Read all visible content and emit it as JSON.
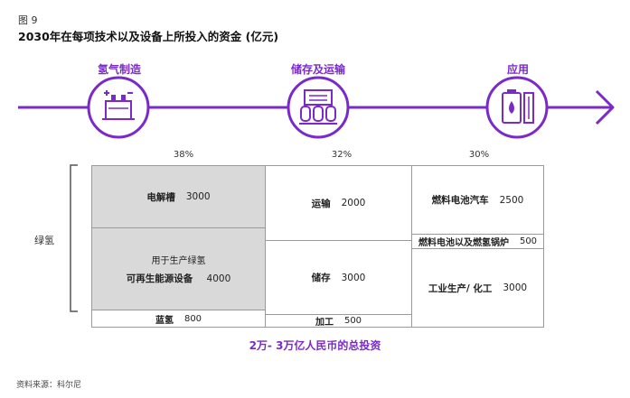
{
  "figure_label": "图 9",
  "chart_data": {
    "type": "table",
    "title": "2030年在每项技术以及设备上所投入的资金 (亿元)",
    "stages": [
      {
        "name": "氢气制造",
        "share": "38%",
        "icon": "electrolyzer-icon"
      },
      {
        "name": "储存及运输",
        "share": "32%",
        "icon": "storage-tanks-icon"
      },
      {
        "name": "应用",
        "share": "30%",
        "icon": "fuel-battery-icon"
      }
    ],
    "side_label": "绿氢",
    "items": [
      {
        "stage": "氢气制造",
        "name": "电解槽",
        "value": 3000
      },
      {
        "stage": "氢气制造",
        "note": "用于生产绿氢",
        "name": "可再生能源设备",
        "value": 4000
      },
      {
        "stage": "氢气制造",
        "name": "蓝氢",
        "value": 800
      },
      {
        "stage": "储存及运输",
        "name": "运输",
        "value": 2000
      },
      {
        "stage": "储存及运输",
        "name": "储存",
        "value": 3000
      },
      {
        "stage": "储存及运输",
        "name": "加工",
        "value": 500
      },
      {
        "stage": "应用",
        "name": "燃料电池汽车",
        "value": 2500
      },
      {
        "stage": "应用",
        "name": "燃料电池以及燃氢锅炉",
        "value": 500
      },
      {
        "stage": "应用",
        "name": "工业生产/ 化工",
        "value": 3000
      }
    ],
    "total_label": "2万- 3万亿人民币的总投资"
  },
  "source": "资料来源：科尔尼",
  "colors": {
    "accent": "#7a2ac9",
    "cell_gray": "#d9d9d9",
    "border": "#9a9a9a"
  }
}
